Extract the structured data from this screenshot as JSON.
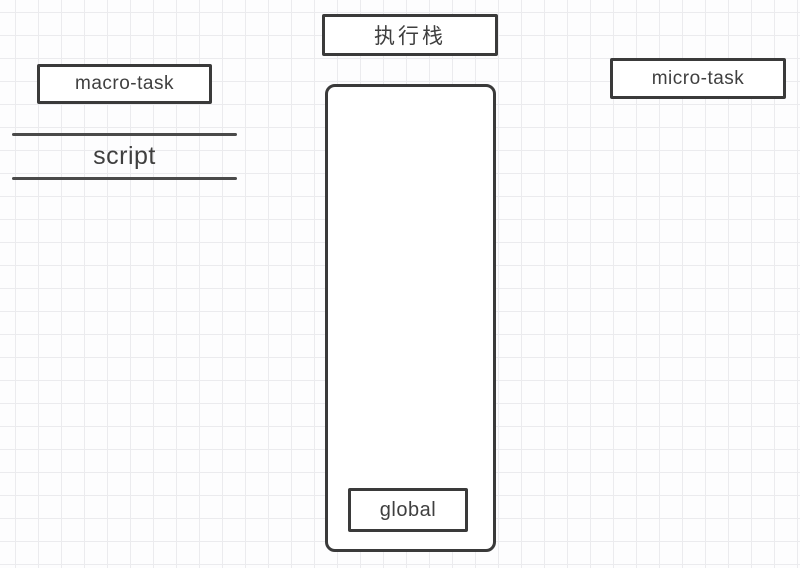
{
  "labels": {
    "execution_stack": "执行栈",
    "macro_task": "macro-task",
    "micro_task": "micro-task",
    "script": "script",
    "global": "global"
  },
  "colors": {
    "border": "#3a3a3a",
    "text": "#3f3f3f",
    "divider": "#4a4a4a",
    "grid": "#ebebee",
    "background": "#fdfdfe",
    "shape_fill": "#ffffff"
  }
}
